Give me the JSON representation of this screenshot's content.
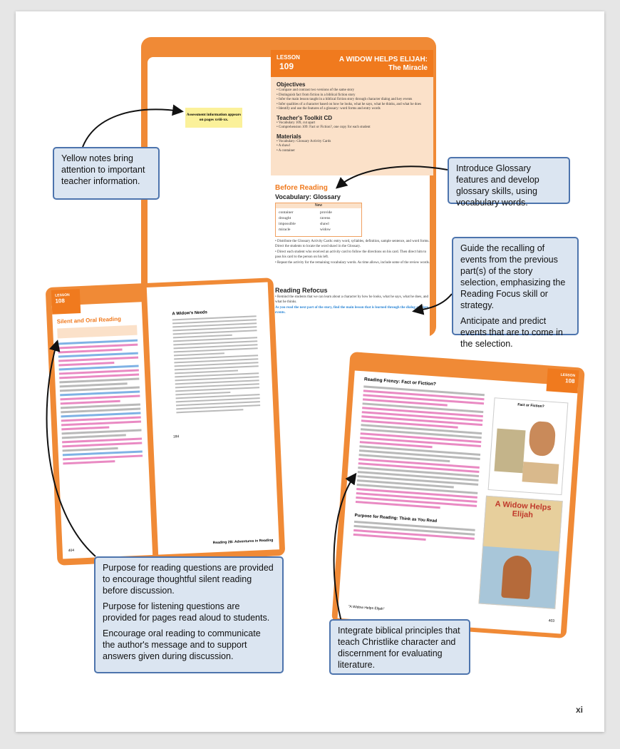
{
  "page_number": "xi",
  "main_lesson": {
    "lesson_word": "LESSON",
    "lesson_number": "109",
    "title_line1": "A WIDOW HELPS ELIJAH:",
    "title_line2": "The Miracle",
    "objectives_heading": "Objectives",
    "objectives": [
      "Compare and contrast two versions of the same story",
      "Distinguish fact from fiction in a biblical fiction story",
      "Infer the main lesson taught in a biblical fiction story through character dialog and key events",
      "Infer qualities of a character based on how he looks, what he says, what he thinks, and what he does",
      "Identify and use the features of a glossary: word forms and entry words"
    ],
    "toolkit_heading": "Teacher's Toolkit CD",
    "toolkit_items": [
      "Vocabulary 109, cut apart",
      "Comprehension 109: Fact or Fiction?, one copy for each student"
    ],
    "materials_heading": "Materials",
    "materials_items": [
      "Vocabulary: Glossary Activity Cards",
      "A shawl",
      "A container"
    ],
    "yellow_note": "Assessment information appears on pages xviii-xx.",
    "before_reading_heading": "Before Reading",
    "vocab_heading": "Vocabulary: Glossary",
    "vocab_table_header": "New",
    "vocab_words_left": [
      "container",
      "drought",
      "impossible",
      "miracle"
    ],
    "vocab_words_right": [
      "provide",
      "ravens",
      "shawl",
      "widow"
    ],
    "vocab_bullets": [
      "Distribute the Glossary Activity Cards: entry word, syllables, definition, sample sentence, and word forms. Direct the students to locate the word shawl in the Glossary.",
      "Direct each student who received an activity card to follow the directions on his card. Then direct him to pass his card to the person on his left.",
      "Repeat the activity for the remaining vocabulary words. As time allows, include some of the review words."
    ],
    "refocus_heading": "Reading Refocus",
    "refocus_bullet": "Remind the students that we can learn about a character by how he looks, what he says, what he does, and what he thinks.",
    "refocus_blue": "As you read the next part of the story, find the main lesson that is learned through the dialog and key events."
  },
  "left_spread": {
    "lesson_word": "LESSON",
    "lesson_number": "108",
    "heading": "Silent and Oral Reading",
    "story_title": "A Widow's Needs",
    "page_left": "404",
    "page_right": "184",
    "footer": "Reading 2B: Adventures in Reading"
  },
  "right_spread": {
    "lesson_word": "LESSON",
    "lesson_number": "108",
    "heading": "Reading Frenzy: Fact or Fiction?",
    "purpose_heading": "Purpose for Reading: Think as You Read",
    "book_title": "A Widow Helps Elijah",
    "sidebar_title": "Fact or Fiction?",
    "page_num": "403",
    "footer": "\"A Widow Helps Elijah\""
  },
  "callouts": {
    "yellow_notes": "Yellow notes bring attention to important teacher information.",
    "glossary": "Introduce Glossary features and develop glossary skills, using vocabulary words.",
    "recall_p1": "Guide the recalling of events from the previous part(s) of the story selection, emphasizing the Reading Focus skill or strategy.",
    "recall_p2": "Anticipate and predict events that are to come in the selection.",
    "purpose_p1": "Purpose for reading questions are provided to encourage thoughtful silent reading before discussion.",
    "purpose_p2": "Purpose for listening questions are provided for pages read aloud to students.",
    "purpose_p3": "Encourage oral reading to communicate the author's message and to support answers given during discussion.",
    "biblical": "Integrate biblical principles that teach Christlike character and discernment for evaluating literature."
  },
  "colors": {
    "orange": "#f08a36",
    "callout_fill": "#dbe5f1",
    "callout_border": "#4d74ad",
    "yellow_note": "#fbf19a"
  }
}
